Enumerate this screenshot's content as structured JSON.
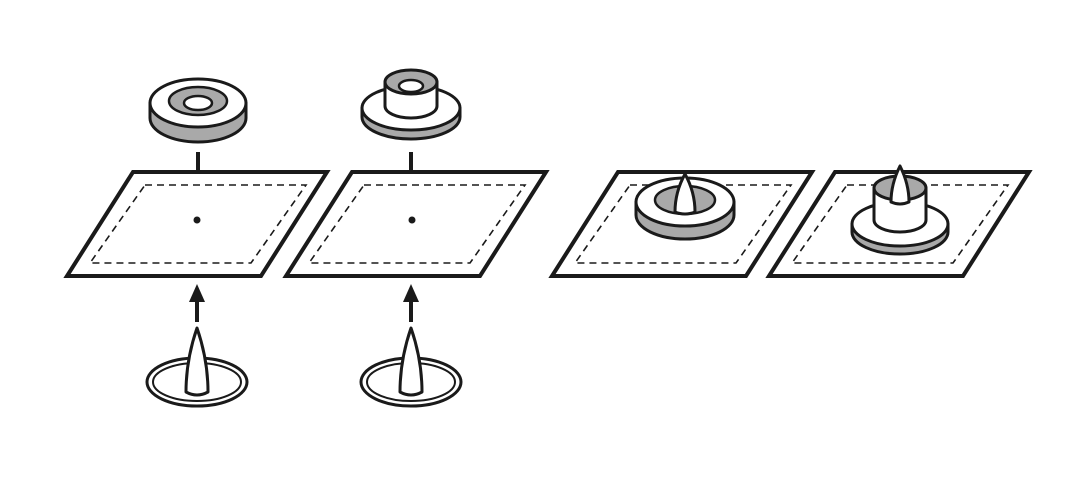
{
  "diagram": {
    "colors": {
      "line": "#1a1a1a",
      "metal": "#a9a9a9",
      "highlight": "#ffffff",
      "background": "#ffffff"
    },
    "steps": [
      {
        "id": "step-ring-socket",
        "top_part": "ring-socket",
        "bottom_part": "prong",
        "state": "before-pressing"
      },
      {
        "id": "step-cap-stud",
        "top_part": "cap-stud",
        "bottom_part": "prong",
        "state": "before-pressing"
      },
      {
        "id": "step-ring-socket-attached",
        "part": "ring-socket",
        "state": "attached"
      },
      {
        "id": "step-cap-stud-attached",
        "part": "cap-stud",
        "state": "attached"
      }
    ]
  }
}
